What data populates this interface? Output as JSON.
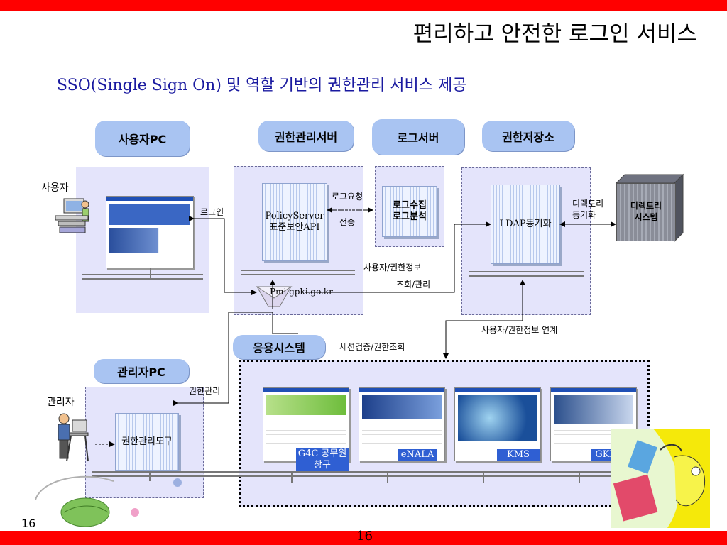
{
  "slide": {
    "title": "편리하고 안전한 로그인 서비스",
    "subtitle": "SSO(Single Sign On) 및 역할 기반의 권한관리 서비스 제공",
    "page_number_left": "16",
    "page_number_center": "16"
  },
  "headers": {
    "user_pc": "사용자PC",
    "auth_server": "권한관리서버",
    "log_server": "로그서버",
    "auth_store": "권한저장소",
    "app_system": "응용시스템",
    "admin_pc": "관리자PC"
  },
  "servers": {
    "policy_server": "PolicyServer",
    "policy_api": "표준보안API",
    "log_collect": "로그수집",
    "log_analysis": "로그분석",
    "ldap": "LDAP동기화",
    "admin_tool": "권한관리도구",
    "directory_1": "디렉토리",
    "directory_2": "시스템",
    "pmi_host": "Pmi.gpki.go.kr"
  },
  "labels": {
    "user": "사용자",
    "login": "로그인",
    "log_request": "로그요청",
    "transfer": "전송",
    "user_auth_info": "사용자/권한정보",
    "lookup_manage": "조회/관리",
    "directory_sync_1": "디렉토리",
    "directory_sync_2": "동기화",
    "user_auth_link": "사용자/권한정보 연계",
    "session_verify": "세션검증/권한조회",
    "admin": "관리자",
    "auth_manage": "권한관리"
  },
  "apps": [
    {
      "name": "G4C 공무원 창구"
    },
    {
      "name": "eNALA"
    },
    {
      "name": "KMS"
    },
    {
      "name": "GKMC"
    }
  ],
  "colors": {
    "top_bar": "#ff0000",
    "pill": "#a9c4f2",
    "panel": "#e4e4fb",
    "app_tag": "#2f5fd3",
    "subtitle": "#1a1aa0"
  }
}
